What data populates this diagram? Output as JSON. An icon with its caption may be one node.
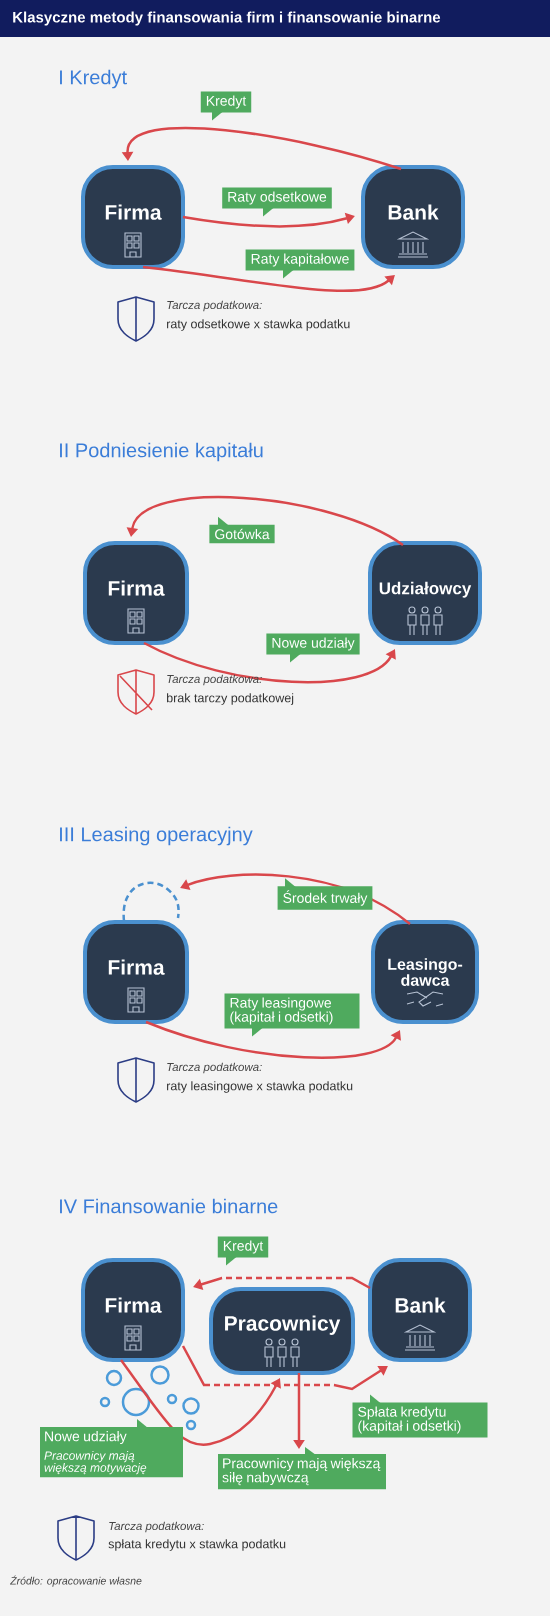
{
  "diagram": {
    "title": "Klasyczne metody finansowania firm i finansowanie binarne",
    "caption": "Źródło: opracowanie własne",
    "nodes": [
      {
        "text": [
          "Firma"
        ]
      },
      {
        "text": [
          "Bank"
        ]
      },
      {
        "text": [
          "Firma"
        ]
      },
      {
        "text": [
          "Udziałowcy"
        ]
      },
      {
        "text": [
          "Firma"
        ]
      },
      {
        "text": [
          "Leasingo-dawca"
        ]
      },
      {
        "text": [
          "Firma"
        ]
      },
      {
        "text": [
          "Pracownicy"
        ]
      },
      {
        "text": [
          "Bank"
        ]
      },
      {
        "text": [
          "Pracownicy mają większą siłę nabywczą"
        ]
      }
    ],
    "edges": [
      {
        "from": 1,
        "to": 0,
        "arrow": "to",
        "label": "Kredyt"
      },
      {
        "from": 0,
        "to": 1,
        "arrow": "to",
        "label": "Raty odsetkowe"
      },
      {
        "from": 0,
        "to": 1,
        "arrow": "to",
        "label": "Raty kapitałowe"
      },
      {
        "from": 3,
        "to": 2,
        "arrow": "to",
        "label": "Gotówka"
      },
      {
        "from": 2,
        "to": 3,
        "arrow": "to",
        "label": "Nowe udziały"
      },
      {
        "from": 5,
        "to": 4,
        "arrow": "to",
        "label": "Środek trwały"
      },
      {
        "from": 4,
        "to": 5,
        "arrow": "to",
        "label": "Raty leasingowe (kapitał i odsetki)"
      },
      {
        "from": 8,
        "to": 6,
        "arrow": "to",
        "label": "Kredyt",
        "style": "dashed"
      },
      {
        "from": 6,
        "to": 8,
        "arrow": "to",
        "label": "Spłata kredytu (kapitał i odsetki)",
        "style": "dashed"
      },
      {
        "from": 6,
        "to": 7,
        "arrow": "to",
        "label": "Nowe udziały"
      },
      {
        "from": 7,
        "to": 9,
        "arrow": "to"
      }
    ],
    "labels": [
      "I Kredyt",
      "Tarcza podatkowa:",
      "raty odsetkowe x stawka podatku",
      "II Podniesienie kapitału",
      "Tarcza podatkowa:",
      "brak tarczy podatkowej",
      "III Leasing operacyjny",
      "Tarcza podatkowa:",
      "raty leasingowe x stawka podatku",
      "IV Finansowanie binarne",
      "Pracownicy mają większą motywację",
      "Tarcza podatkowa:",
      "spłata kredytu x stawka podatku"
    ]
  }
}
